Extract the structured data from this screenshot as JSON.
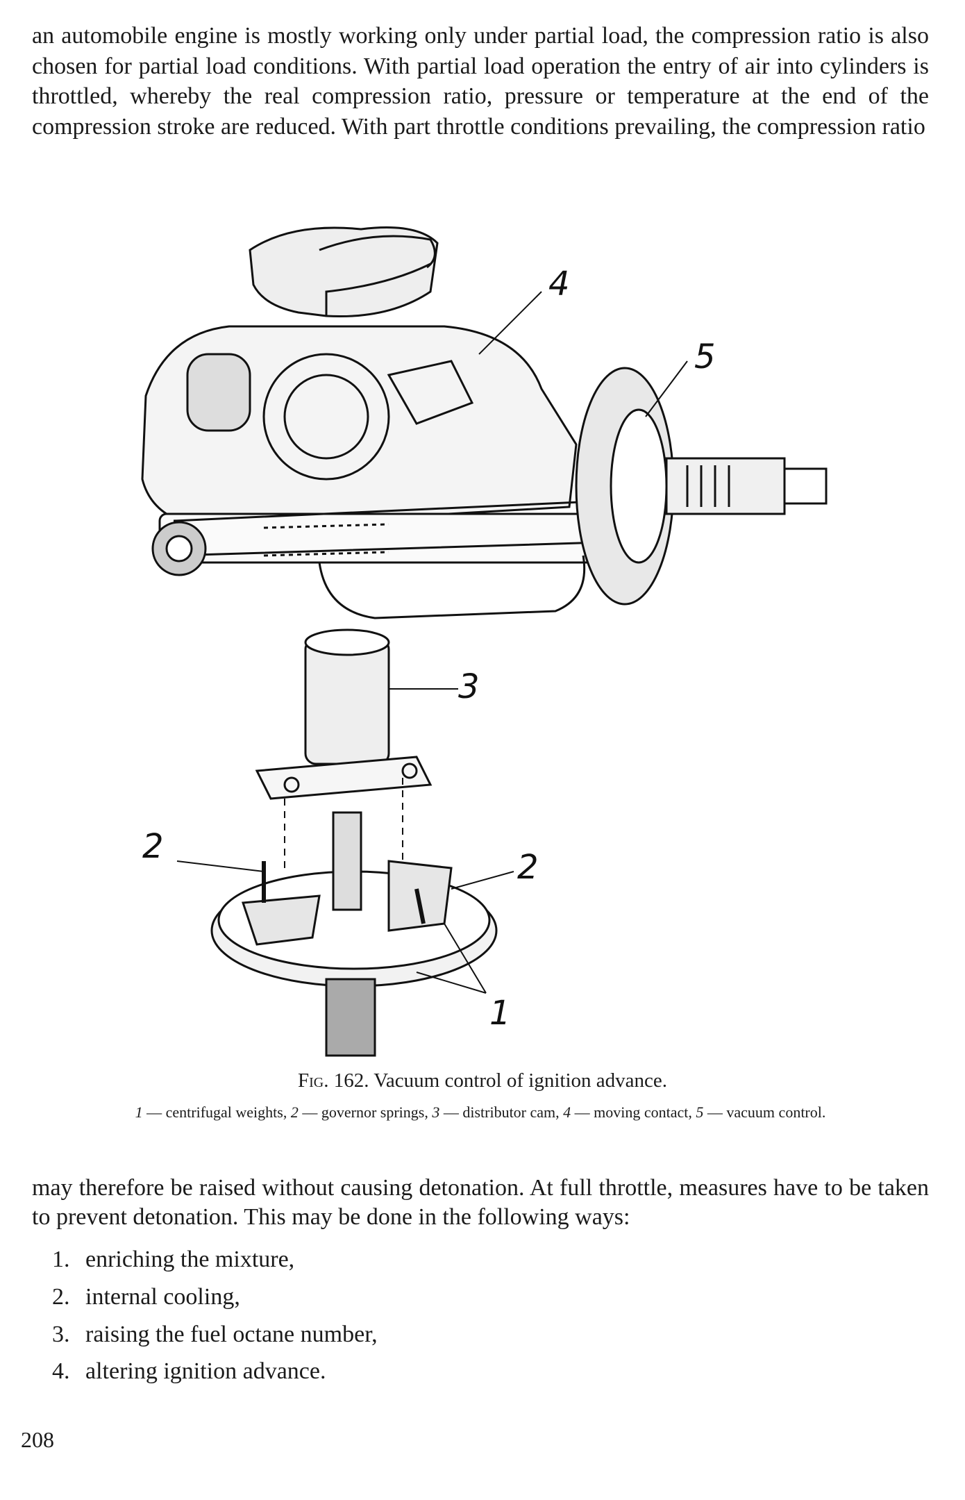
{
  "paragraph_top": "an automobile engine is mostly working only under partial load, the compression ratio is also chosen for partial load conditions. With partial load operation the entry of air into cylinders is throttled, whereby the real compression ratio, pressure or temperature at the end of the compression stroke are reduced. With part throttle conditions prevailing, the compression ratio",
  "figure": {
    "labels": {
      "l1": "1",
      "l2a": "2",
      "l2b": "2",
      "l3": "3",
      "l4": "4",
      "l5": "5"
    },
    "caption_prefix": "Fig.",
    "caption_title": "162. Vacuum control of ignition advance.",
    "legend": [
      {
        "num": "1",
        "text": "— centrifugal weights,"
      },
      {
        "num": "2",
        "text": "— governor springs,"
      },
      {
        "num": "3",
        "text": "— distributor cam,"
      },
      {
        "num": "4",
        "text": "— moving contact,"
      },
      {
        "num": "5",
        "text": "— vacuum control."
      }
    ]
  },
  "paragraph_bottom": "may therefore be raised without causing detonation. At full throttle, measures have to be taken to prevent detonation. This may be done in the following ways:",
  "list": [
    {
      "num": "1.",
      "text": "enriching the mixture,"
    },
    {
      "num": "2.",
      "text": "internal cooling,"
    },
    {
      "num": "3.",
      "text": "raising the fuel octane number,"
    },
    {
      "num": "4.",
      "text": "altering ignition advance."
    }
  ],
  "page_number": "208"
}
